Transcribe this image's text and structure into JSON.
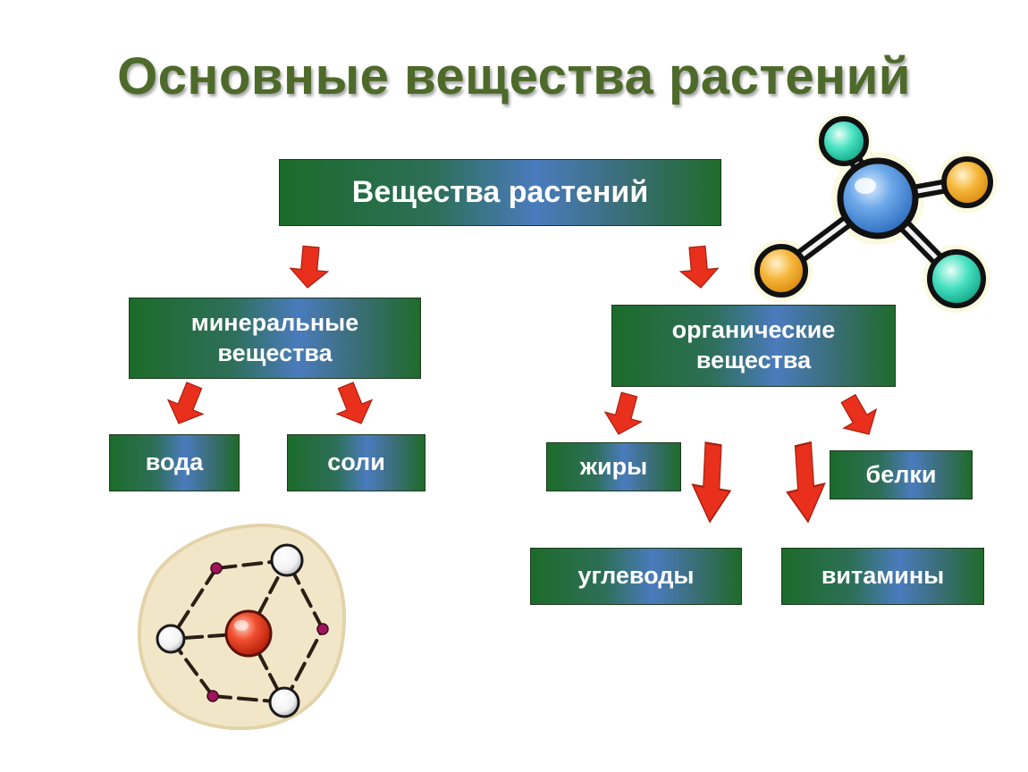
{
  "title": "Основные вещества растений",
  "nodes": {
    "root": "Вещества растений",
    "mineral": "минеральные вещества",
    "organic": "органические вещества",
    "water": "вода",
    "salts": "соли",
    "fats": "жиры",
    "proteins": "белки",
    "carbs": "углеводы",
    "vitamins": "витамины"
  },
  "colors": {
    "title": "#4e6a2a",
    "box_green": "#1c6b2a",
    "box_blue": "#4a7bbd",
    "arrow": "#e8301c"
  },
  "icons": [
    "molecule-tetrahedral-icon",
    "molecule-ring-icon"
  ]
}
